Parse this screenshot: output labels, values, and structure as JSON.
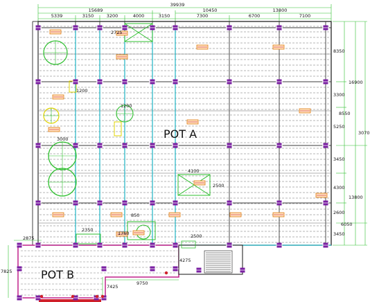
{
  "drawing": {
    "overall_width": "39939",
    "left_block_width": "15689",
    "mid_span": "10450",
    "right_span": "13800",
    "top_spans": [
      "5339",
      "3150",
      "3200",
      "4000",
      "3150",
      "7300",
      "6700",
      "7100"
    ],
    "right_dims_inner": [
      "8350",
      "3300",
      "8550",
      "5250",
      "3450",
      "4300",
      "2600",
      "3450"
    ],
    "right_dims_outer": [
      "16900",
      "3070",
      "13800",
      "6050"
    ],
    "labels": {
      "pot_a": "POT A",
      "pot_b": "POT B"
    },
    "interior_dims": {
      "d2725": "2725",
      "d1200a": "1200",
      "d1200b": "1200",
      "d3000": "3000",
      "d4100": "4100",
      "d2500a": "2500",
      "d2500b": "2500",
      "d850": "850",
      "d2350": "2350",
      "d1760": "1760",
      "d2875": "2875",
      "d7825": "7825",
      "d9750": "9750",
      "d7425": "7425",
      "d4275": "4275"
    },
    "colors": {
      "outline": "#111111",
      "grid": "#3b3b3b",
      "column": "#7a1fa2",
      "beam_cyan": "#1fb5c4",
      "green": "#2fbf2f",
      "yellow": "#e0d400",
      "red": "#d0202a",
      "orange": "#e07a10",
      "magenta": "#c0208a"
    }
  }
}
